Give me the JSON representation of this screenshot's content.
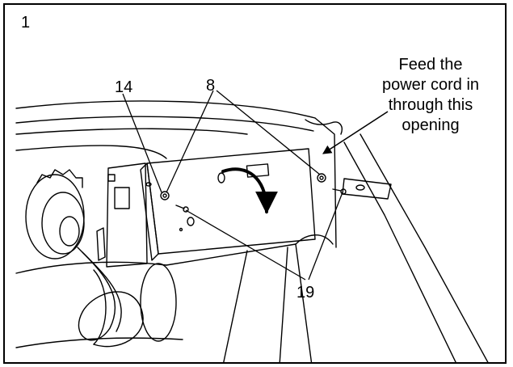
{
  "step_number": "1",
  "labels": {
    "part_14": "14",
    "part_8": "8",
    "part_19": "19"
  },
  "note_lines": [
    "Feed the",
    "power cord in",
    "through this",
    "opening"
  ],
  "colors": {
    "ink": "#000000",
    "paper": "#ffffff"
  }
}
